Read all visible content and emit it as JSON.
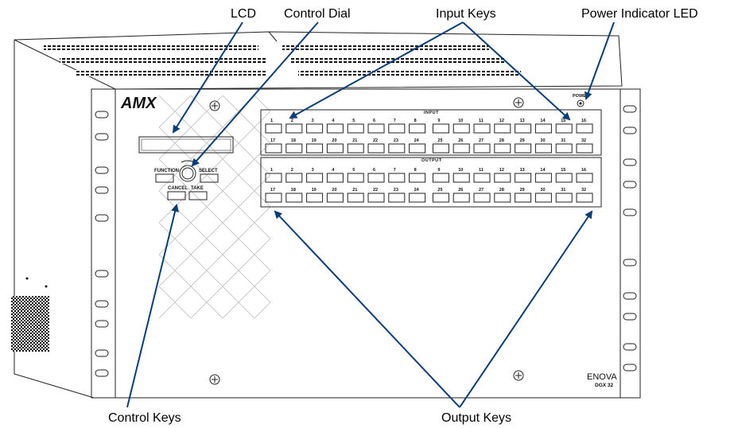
{
  "callouts": {
    "lcd": "LCD",
    "control_dial": "Control Dial",
    "input_keys": "Input Keys",
    "power_led": "Power Indicator LED",
    "control_keys": "Control Keys",
    "output_keys": "Output Keys"
  },
  "device": {
    "brand": "AMX",
    "model": "ENOVA",
    "model_sub": "DGX 32",
    "power_label": "POWER",
    "input_section": "INPUT",
    "output_section": "OUTPUT",
    "buttons": {
      "function": "FUNCTION",
      "select": "SELECT",
      "cancel": "CANCEL",
      "take": "TAKE"
    },
    "key_numbers": [
      "1",
      "2",
      "3",
      "4",
      "5",
      "6",
      "7",
      "8",
      "9",
      "10",
      "11",
      "12",
      "13",
      "14",
      "15",
      "16",
      "17",
      "18",
      "19",
      "20",
      "21",
      "22",
      "23",
      "24",
      "25",
      "26",
      "27",
      "28",
      "29",
      "30",
      "31",
      "32"
    ]
  },
  "colors": {
    "arrow": "#0b3d77"
  }
}
